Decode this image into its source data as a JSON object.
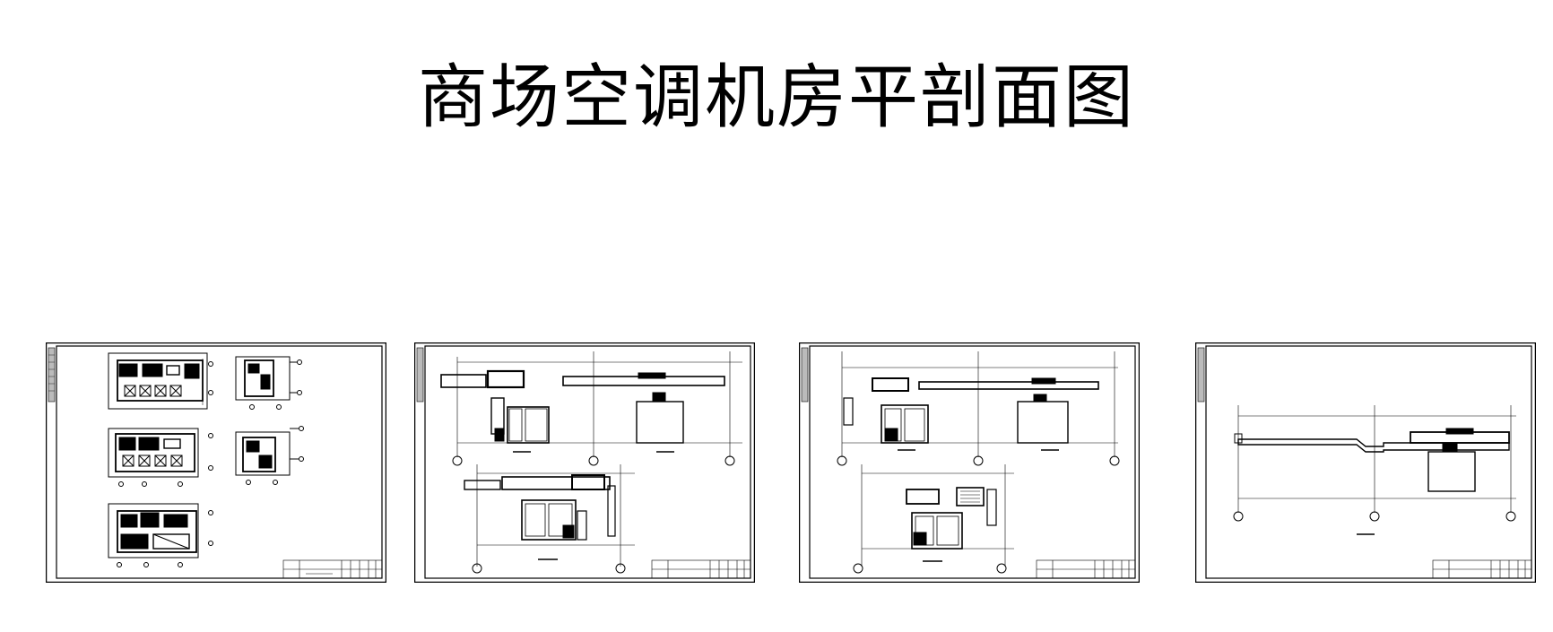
{
  "page": {
    "title": "商场空调机房平剖面图"
  },
  "sheets": [
    {
      "id": "sheet-1",
      "kind": "plan"
    },
    {
      "id": "sheet-2",
      "kind": "section-double"
    },
    {
      "id": "sheet-3",
      "kind": "section-double"
    },
    {
      "id": "sheet-4",
      "kind": "section-single"
    }
  ]
}
